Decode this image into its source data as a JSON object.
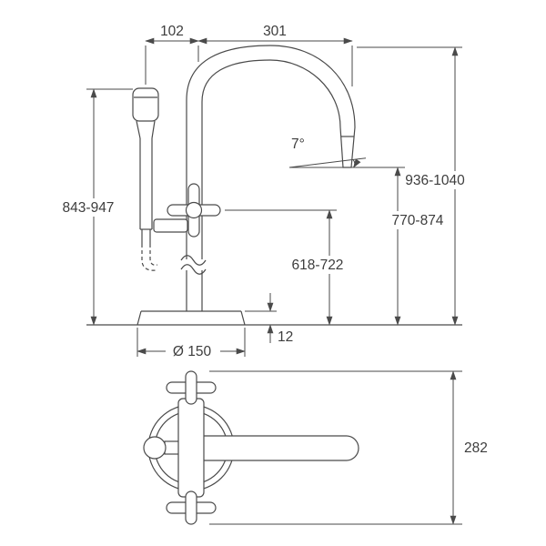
{
  "page": {
    "background_color": "#ffffff",
    "line_color": "#4a4a4a",
    "text_color": "#3d3d3d",
    "description": "Technical dimensional drawing of a floor-standing bath mixer tap with hand shower, side elevation and plan view"
  },
  "side_view": {
    "dims": {
      "hand_shower_offset": "102",
      "spout_reach": "301",
      "hand_shower_height": "843-947",
      "overall_height": "936-1040",
      "spout_outlet_height": "770-874",
      "handle_height": "618-722",
      "spout_angle": "7°",
      "base_plate_thickness": "12",
      "base_plate_diameter": "Ø 150"
    }
  },
  "top_view": {
    "dims": {
      "overall_depth": "282"
    }
  }
}
